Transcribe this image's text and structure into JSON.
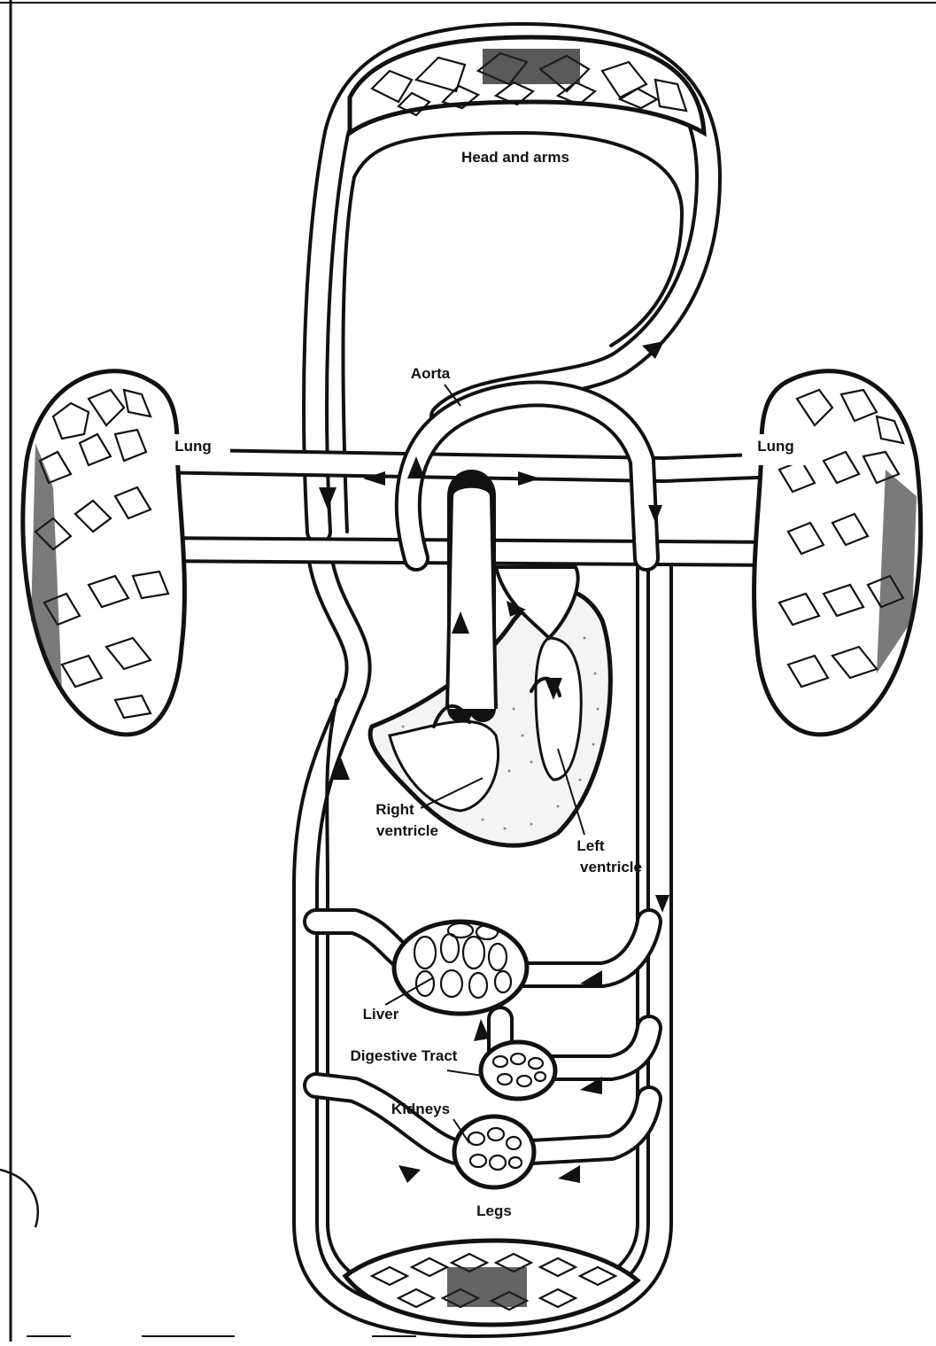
{
  "labels": {
    "head_and_arms": "Head and arms",
    "aorta": "Aorta",
    "lung_left": "Lung",
    "lung_right": "Lung",
    "right_ventricle_1": "Right",
    "right_ventricle_2": "ventricle",
    "left_ventricle_1": "Left",
    "left_ventricle_2": "ventricle",
    "liver": "Liver",
    "digestive_tract": "Digestive Tract",
    "kidneys": "Kidneys",
    "legs": "Legs"
  },
  "colors": {
    "ink": "#111111",
    "paper": "#ffffff"
  }
}
